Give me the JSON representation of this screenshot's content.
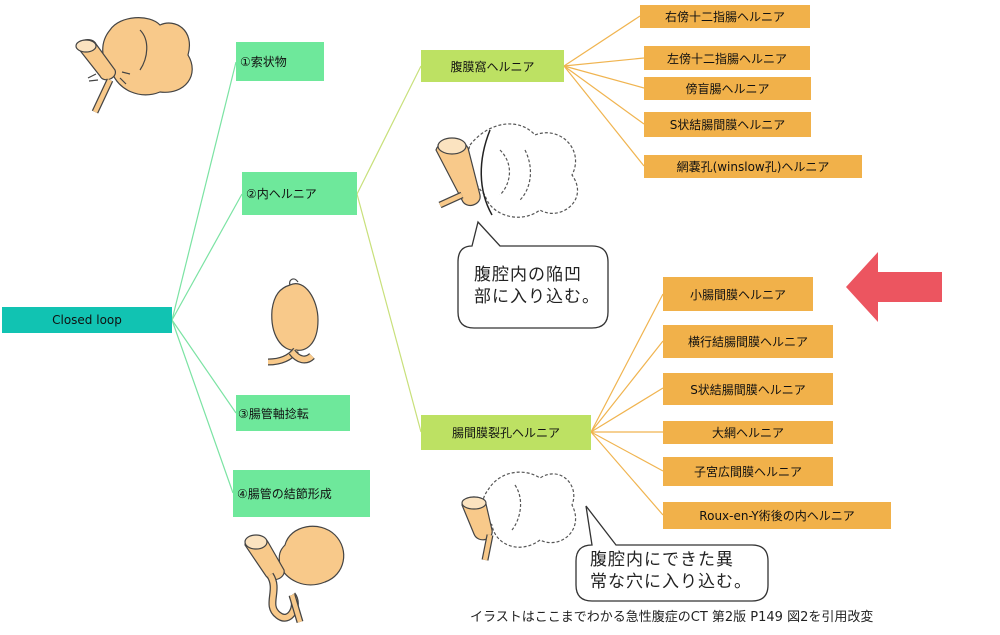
{
  "root": {
    "label": "Closed loop"
  },
  "level1": [
    {
      "id": "l1-1",
      "label": "①索状物"
    },
    {
      "id": "l1-2",
      "label": "②内ヘルニア"
    },
    {
      "id": "l1-3",
      "label": "③腸管軸捻転"
    },
    {
      "id": "l1-4",
      "label": "④腸管の結節形成"
    }
  ],
  "level2": [
    {
      "id": "l2-1",
      "label": "腹膜窩ヘルニア"
    },
    {
      "id": "l2-2",
      "label": "腸間膜裂孔ヘルニア"
    }
  ],
  "level3_a": [
    "右傍十二指腸ヘルニア",
    "左傍十二指腸ヘルニア",
    "傍盲腸ヘルニア",
    "S状結腸間膜ヘルニア",
    "網嚢孔(winslow孔)ヘルニア"
  ],
  "level3_b": [
    "小腸間膜ヘルニア",
    "横行結腸間膜ヘルニア",
    "S状結腸間膜ヘルニア",
    "大網ヘルニア",
    "子宮広間膜ヘルニア",
    "Roux-en-Y術後の内ヘルニア"
  ],
  "callouts": {
    "a_line1": "腹腔内の陥凹",
    "a_line2": "部に入り込む。",
    "b_line1": "腹腔内にできた異",
    "b_line2": "常な穴に入り込む。"
  },
  "credit": "イラストはここまでわかる急性腹症のCT 第2版 P149 図2を引用改変",
  "colors": {
    "root": "#11c3b2",
    "level1": "#6ee89b",
    "level2": "#bde163",
    "level3": "#f1b14a",
    "arrow": "#ec5560",
    "bowel": "#f8c98a"
  },
  "icons": [
    "bowel-band-illustration",
    "bowel-recess-illustration",
    "bowel-volvulus-illustration",
    "bowel-defect-illustration",
    "bowel-knot-illustration",
    "highlight-arrow-icon"
  ]
}
